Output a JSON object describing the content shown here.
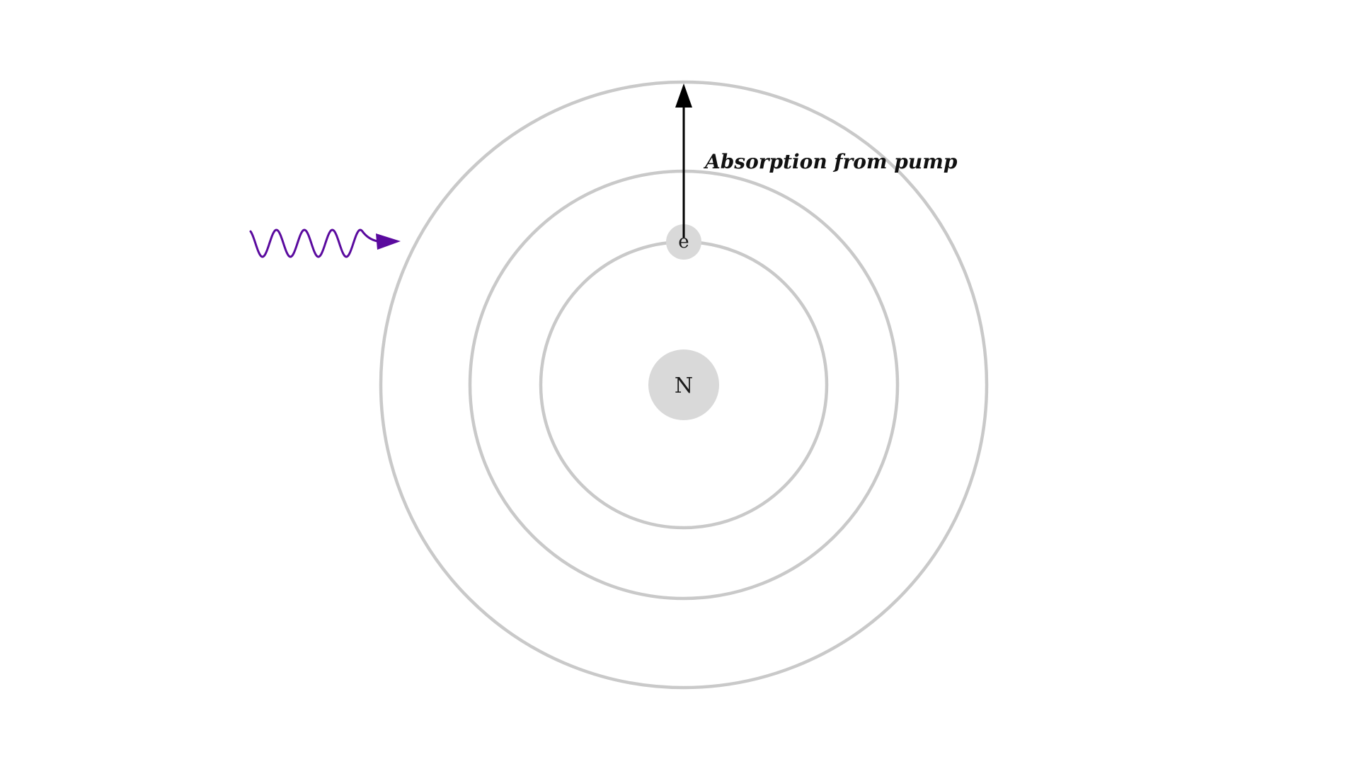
{
  "diagram": {
    "nucleus_label": "N",
    "electron_label": "e",
    "absorption_label": "Absorption from pump",
    "orbit_count": 3,
    "colors": {
      "orbit": "#c9c9c9",
      "nucleus_fill": "#d9d9d9",
      "electron_fill": "#d9d9d9",
      "photon": "#5a0a9e",
      "arrow": "#000000",
      "background": "#ffffff"
    },
    "icons": {
      "photon": "wavy-arrow-icon",
      "transition": "up-arrow-icon"
    }
  }
}
